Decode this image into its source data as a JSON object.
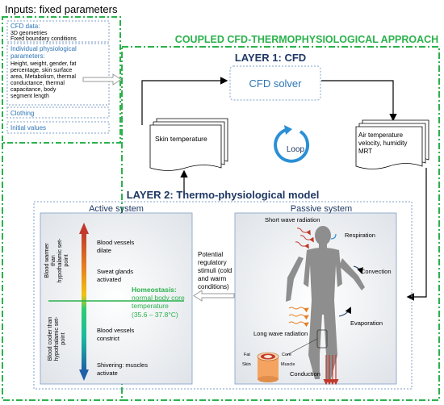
{
  "inputs": {
    "title": "Inputs: fixed parameters",
    "cfd_data": {
      "heading": "CFD data:",
      "lines": [
        "3D geometries",
        "Fixed boundary  conditions"
      ]
    },
    "individual": {
      "heading_lines": [
        "Individual physiological",
        "parameters:"
      ],
      "lines": [
        "Height, weight, gender, fat",
        "percentage, skin surface",
        "area, Metabolism, thermal",
        "conductance, thermal",
        "capacitance, body",
        "segment length"
      ]
    },
    "clothing": "Clothing",
    "initial_values": "Initial values"
  },
  "main_title": "COUPLED CFD-THERMOPHYSIOLOGICAL APPROACH",
  "layer1": {
    "title": "LAYER 1: CFD",
    "solver": "CFD solver",
    "skin_temperature": "Skin temperature",
    "air_lines": [
      "Air temperature",
      "velocity, humidity",
      "MRT"
    ],
    "loop": "Loop"
  },
  "layer2": {
    "title": "LAYER 2: Thermo-physiological model",
    "active": {
      "title": "Active system",
      "warmer_lines": [
        "Blood warmer",
        "than",
        "hypothalamic set-",
        "point"
      ],
      "cooler_lines": [
        "Blood cooler than",
        "hypothalamic set-",
        "point"
      ],
      "items": [
        {
          "lines": [
            "Blood vessels",
            "dilate"
          ]
        },
        {
          "lines": [
            "Sweat glands",
            "activated"
          ]
        },
        {
          "lines": [
            "Blood vessels",
            "constrict"
          ]
        },
        {
          "lines": [
            "Shivering: muscles",
            "activate"
          ]
        }
      ],
      "homeostasis": {
        "heading": "Homeostasis:",
        "lines": [
          "normal body core",
          "temperature",
          "(35.6 – 37.8°C)"
        ]
      }
    },
    "stimuli_lines": [
      "Potential",
      "regulatory",
      "stimuli (cold",
      "and warm",
      "conditions)"
    ],
    "passive": {
      "title": "Passive system",
      "short_wave": "Short wave radiation",
      "respiration": "Respiration",
      "convection": "Convection",
      "evaporation": "Evaporation",
      "long_wave": "Long wave radiation",
      "conduction": "Conduction",
      "fat": "Fat",
      "core": "Core",
      "skin": "Skin",
      "muscle": "Muscle"
    }
  },
  "colors": {
    "green": "#2bb24c",
    "blue_text": "#2e75b6",
    "navy": "#1f3864",
    "box_border": "#7f9fc8",
    "arrow_top": "#c0392b",
    "arrow_bottom": "#1f5fa8",
    "body_grey": "#8e8e8e"
  }
}
